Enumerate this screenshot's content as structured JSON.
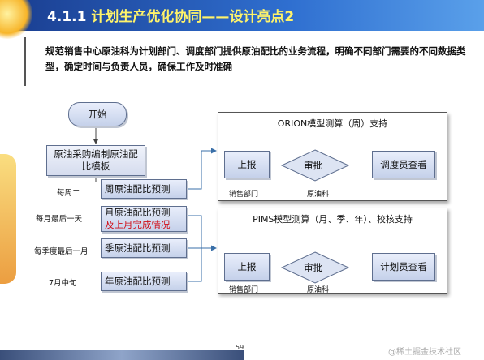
{
  "header": {
    "number": "4.1.1",
    "title": "计划生产优化协同——设计亮点2"
  },
  "intro": "规范销售中心原油科为计划部门、调度部门提供原油配比的业务流程，明确不同部门需要的不同数据类型，确定时间与负责人员，确保工作及时准确",
  "flow": {
    "start": "开始",
    "plan_template": "原油采购编制原油配比模板",
    "rows": [
      {
        "period": "每周二",
        "label": "周原油配比预测"
      },
      {
        "period": "每月最后一天",
        "label": "月原油配比预测",
        "note": "及上月完成情况"
      },
      {
        "period": "每季度最后一月",
        "label": "季原油配比预测"
      },
      {
        "period": "7月中旬",
        "label": "年原油配比预测"
      }
    ]
  },
  "panels": [
    {
      "title": "ORION模型测算（周）支持",
      "report": "上报",
      "approve": "审批",
      "viewer": "调度员查看",
      "report_dept": "销售部门",
      "approve_dept": "原油科"
    },
    {
      "title": "PIMS模型测算（月、季、年）、校核支持",
      "report": "上报",
      "approve": "审批",
      "viewer": "计划员查看",
      "report_dept": "销售部门",
      "approve_dept": "原油科"
    }
  ],
  "footer": {
    "page": "59",
    "watermark": "@稀土掘金技术社区"
  }
}
